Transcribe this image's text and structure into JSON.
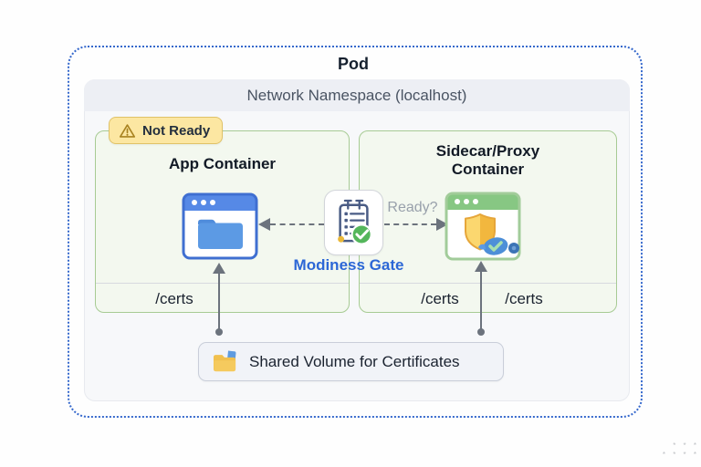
{
  "pod": {
    "title": "Pod"
  },
  "namespace": {
    "title": "Network Namespace (localhost)"
  },
  "status_badge": {
    "label": "Not Ready",
    "icon": "warning-triangle-icon"
  },
  "app_container": {
    "title": "App Container",
    "mount_label": "/certs",
    "icon": "app-window-folder-icon"
  },
  "sidecar_container": {
    "title_line1": "Sidecar/Proxy",
    "title_line2": "Container",
    "mount_label_left": "/certs",
    "mount_label_right": "/certs",
    "icon": "shield-window-icon"
  },
  "readiness_gate": {
    "label": "Modiness Gate",
    "question_label": "Ready?",
    "icon": "checklist-check-icon"
  },
  "shared_volume": {
    "label": "Shared Volume for Certificates",
    "icon": "shared-folder-icon"
  },
  "colors": {
    "pod_border": "#3568cc",
    "namespace_bg": "#f7f8fa",
    "namespace_header_bg": "#edeff4",
    "container_bg": "#f3f8ef",
    "container_border": "#a7cb94",
    "badge_bg": "#fce7a2",
    "badge_border": "#e0c268",
    "gate_label": "#2c67d6",
    "connector": "#6c737d",
    "window_blue_header": "#5689e6",
    "window_blue_border": "#3f6fd1",
    "window_green_header": "#87c783",
    "shield_gold": "#f2b73e",
    "check_green": "#54b65b"
  },
  "watermark": {
    "row1": "* * *",
    "row2": "* * * *"
  }
}
